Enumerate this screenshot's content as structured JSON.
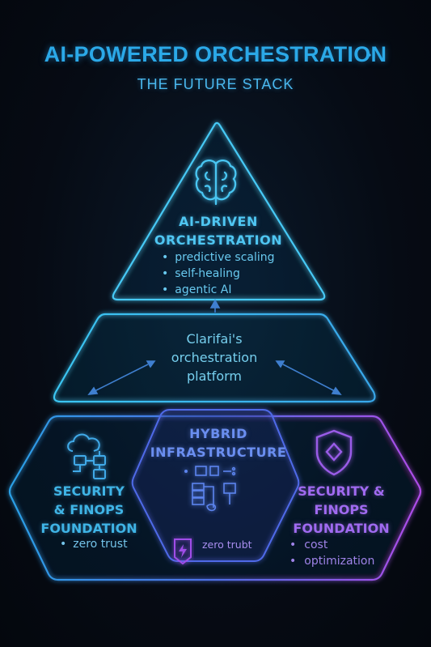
{
  "header": {
    "title": "AI-POWERED ORCHESTRATION",
    "subtitle": "THE FUTURE STACK"
  },
  "apex": {
    "title_line1": "AI-DRIVEN",
    "title_line2": "ORCHESTRATION",
    "items": [
      "predictive scaling",
      "self-healing",
      "agentic AI"
    ],
    "icon": "brain-icon"
  },
  "middle": {
    "line1": "Clarifai's",
    "line2": "orchestration",
    "line3": "platform"
  },
  "center_base": {
    "title_line1": "HYBRID",
    "title_line2": "INFRASTRUCTURE",
    "icon": "infrastructure-icon",
    "bottom_label": "zero trubt",
    "bottom_icon": "bolt-icon"
  },
  "left_base": {
    "title_line1": "SECURITY",
    "title_line2": "& FINOPS",
    "title_line3": "FOUNDATION",
    "items": [
      "zero trust"
    ],
    "icon": "cloud-network-icon"
  },
  "right_base": {
    "title_line1": "SECURITY &",
    "title_line2": "FINOPS",
    "title_line3": "FOUNDATION",
    "items": [
      "cost",
      "optimization"
    ],
    "icon": "shield-icon"
  },
  "colors": {
    "cyan": "#2ba9e8",
    "blue": "#5a7fe8",
    "violet": "#a35ce8",
    "background": "#060b14"
  }
}
